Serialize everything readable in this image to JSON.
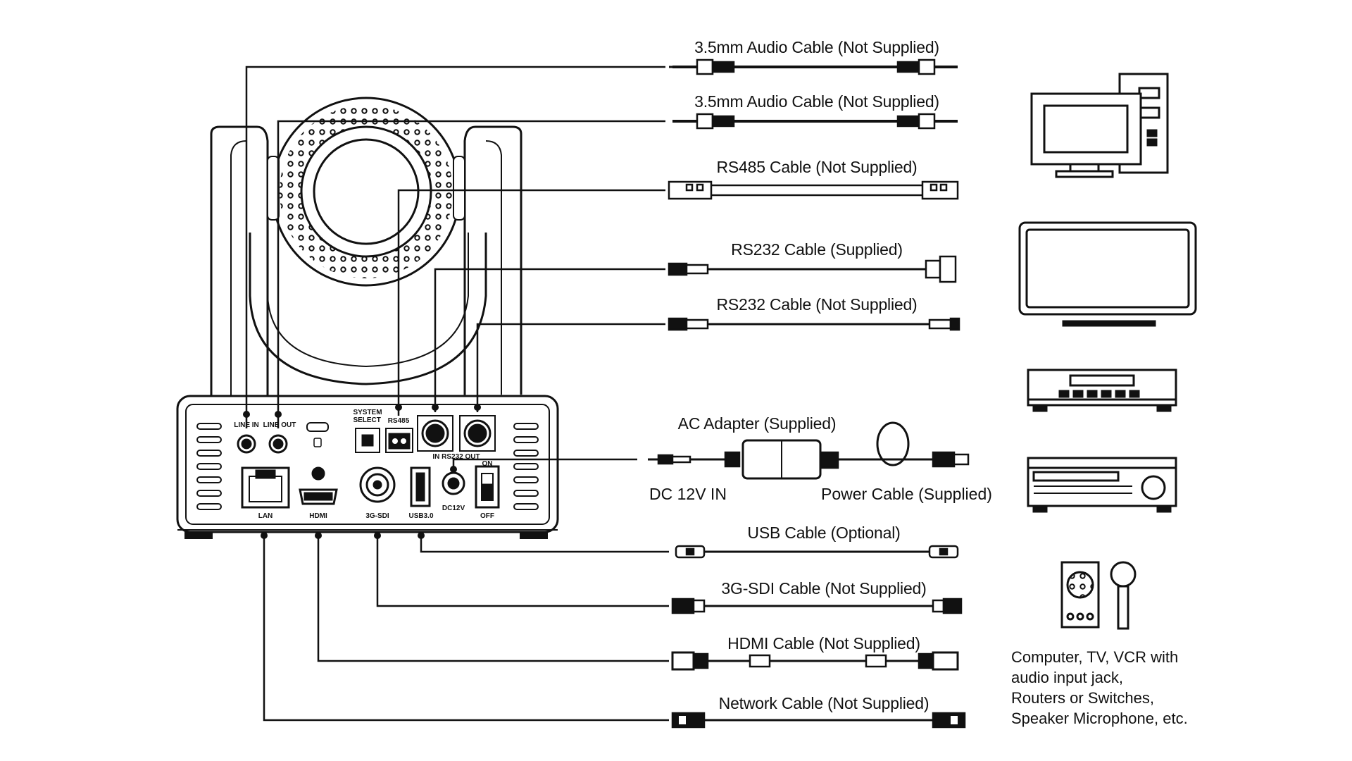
{
  "cables": [
    {
      "id": "audio1",
      "label": "3.5mm Audio Cable (Not Supplied)",
      "icon": "audio-cable-icon"
    },
    {
      "id": "audio2",
      "label": "3.5mm Audio Cable (Not Supplied)",
      "icon": "audio-cable-icon"
    },
    {
      "id": "rs485",
      "label": "RS485 Cable (Not Supplied)",
      "icon": "rs485-cable-icon"
    },
    {
      "id": "rs232a",
      "label": "RS232 Cable (Supplied)",
      "icon": "rs232-db9-cable-icon"
    },
    {
      "id": "rs232b",
      "label": "RS232 Cable (Not Supplied)",
      "icon": "rs232-cable-icon"
    },
    {
      "id": "usb",
      "label": "USB Cable (Optional)",
      "icon": "usb-cable-icon"
    },
    {
      "id": "sdi",
      "label": "3G-SDI Cable (Not Supplied)",
      "icon": "sdi-cable-icon"
    },
    {
      "id": "hdmi",
      "label": "HDMI Cable (Not Supplied)",
      "icon": "hdmi-cable-icon"
    },
    {
      "id": "net",
      "label": "Network Cable (Not Supplied)",
      "icon": "network-cable-icon"
    }
  ],
  "power": {
    "adapter_label": "AC Adapter (Supplied)",
    "dc_label": "DC 12V IN",
    "cable_label": "Power Cable (Supplied)"
  },
  "ports": {
    "line_in": "LINE IN",
    "line_out": "LINE OUT",
    "system_select_1": "SYSTEM",
    "system_select_2": "SELECT",
    "rs485": "RS485",
    "rs232": "IN  RS232  OUT",
    "on": "ON",
    "off": "OFF",
    "lan": "LAN",
    "hdmi": "HDMI",
    "sdi": "3G-SDI",
    "usb": "USB3.0",
    "dc12v": "DC12V"
  },
  "devices_note": [
    "Computer, TV, VCR with",
    "audio input jack,",
    "Routers or Switches,",
    "Speaker Microphone, etc."
  ],
  "device_icons": [
    "computer-icon",
    "tv-icon",
    "vcr-icon",
    "av-receiver-icon",
    "speaker-icon",
    "microphone-icon"
  ]
}
